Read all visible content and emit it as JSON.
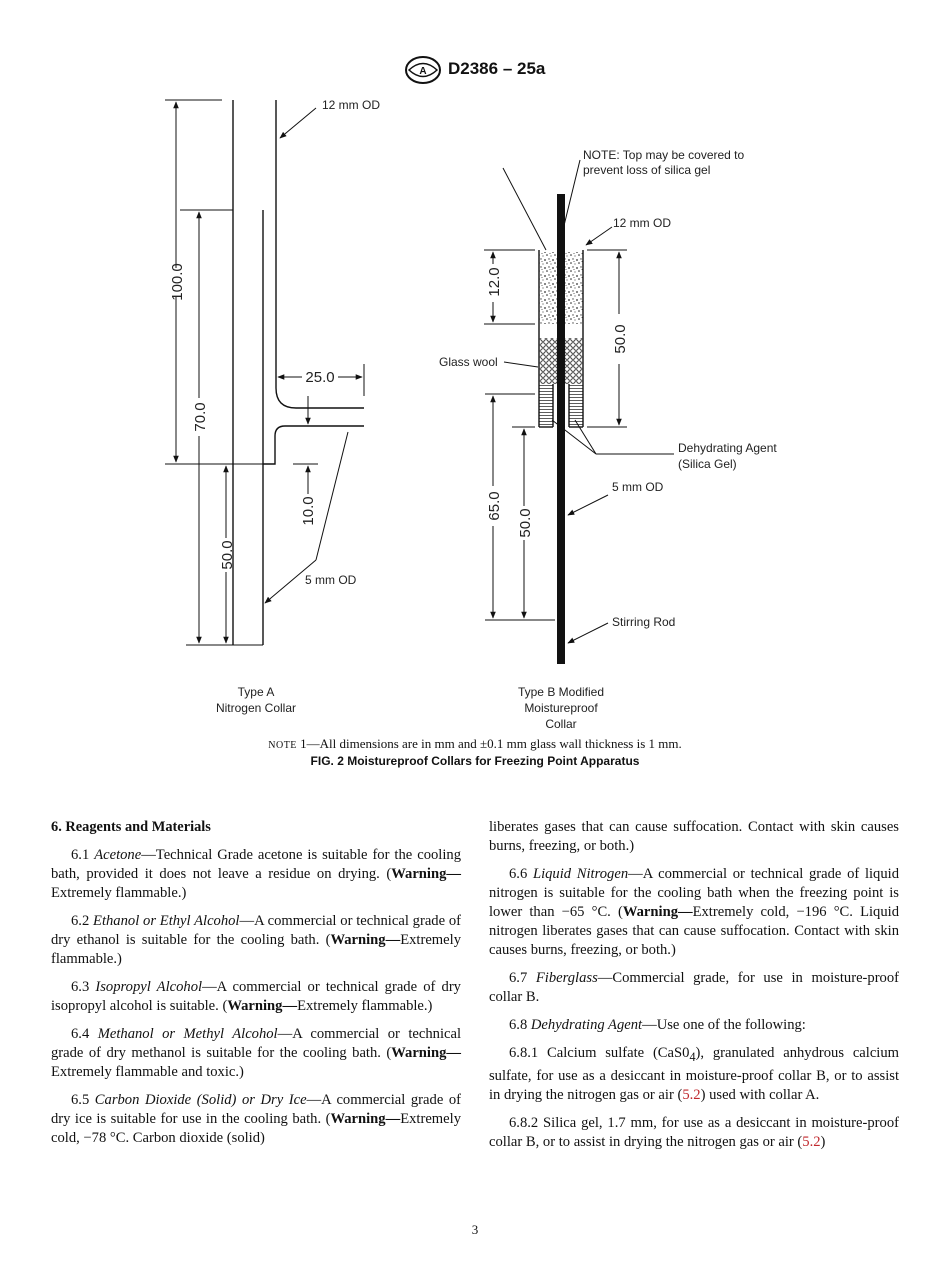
{
  "header": {
    "doc_id": "D2386 – 25a",
    "logo": "astm-logo-icon"
  },
  "figure": {
    "type_a": {
      "label_line1": "Type A",
      "label_line2": "Nitrogen Collar",
      "od_top": "12 mm OD",
      "od_side": "5 mm OD",
      "dim_100": "100.0",
      "dim_70": "70.0",
      "dim_50": "50.0",
      "dim_25": "25.0",
      "dim_10": "10.0"
    },
    "type_b": {
      "label_line1": "Type B Modified",
      "label_line2": "Moistureproof",
      "label_line3": "Collar",
      "note_line1": "NOTE: Top may be covered to",
      "note_line2": "prevent loss of silica gel",
      "od_top": "12 mm OD",
      "glass_wool": "Glass wool",
      "agent_line1": "Dehydrating Agent",
      "agent_line2": "(Silica Gel)",
      "od_rod": "5 mm OD",
      "stirring_rod": "Stirring Rod",
      "dim_12": "12.0",
      "dim_50_top": "50.0",
      "dim_65": "65.0",
      "dim_50_bottom": "50.0"
    }
  },
  "note": {
    "label": "Note",
    "text": " 1—All dimensions are in mm and ±0.1 mm glass wall thickness is 1 mm."
  },
  "caption": "FIG. 2 Moistureproof Collars for Freezing Point Apparatus",
  "section": {
    "heading": "6. Reagents and Materials",
    "p6_1": {
      "num": "6.1 ",
      "term": "Acetone",
      "text": "—Technical Grade acetone is suitable for the cooling bath, provided it does not leave a residue on drying. (",
      "warn": "Warning—",
      "tail": "Extremely flammable.)"
    },
    "p6_2": {
      "num": "6.2 ",
      "term": "Ethanol or Ethyl Alcohol",
      "text": "—A commercial or technical grade of dry ethanol is suitable for the cooling bath. (",
      "warn": "Warning—",
      "tail": "Extremely flammable.)"
    },
    "p6_3": {
      "num": "6.3 ",
      "term": "Isopropyl Alcohol",
      "text": "—A commercial or technical grade of dry isopropyl alcohol is suitable. (",
      "warn": "Warning—",
      "tail": "Extremely flammable.)"
    },
    "p6_4": {
      "num": "6.4 ",
      "term": "Methanol or Methyl Alcohol",
      "text": "—A commercial or technical grade of dry methanol is suitable for the cooling bath. (",
      "warn": "Warning—",
      "tail": "Extremely flammable and toxic.)"
    },
    "p6_5": {
      "num": "6.5 ",
      "term": "Carbon Dioxide (Solid) or Dry Ice",
      "text": "—A commercial grade of dry ice is suitable for use in the cooling bath. (",
      "warn": "Warning—",
      "tail": "Extremely cold, −78 °C. Carbon dioxide (solid)"
    },
    "p6_5_cont": "liberates gases that can cause suffocation. Contact with skin causes burns, freezing, or both.)",
    "p6_6": {
      "num": "6.6 ",
      "term": "Liquid Nitrogen",
      "text": "—A commercial or technical grade of liquid nitrogen is suitable for the cooling bath when the freezing point is lower than −65 °C. (",
      "warn": "Warning—",
      "tail": "Extremely cold, −196 °C. Liquid nitrogen liberates gases that can cause suffocation. Contact with skin causes burns, freezing, or both.)"
    },
    "p6_7": {
      "num": "6.7 ",
      "term": "Fiberglass",
      "text": "—Commercial grade, for use in moisture-proof collar B."
    },
    "p6_8": {
      "num": "6.8 ",
      "term": "Dehydrating Agent",
      "text": "—Use one of the following:"
    },
    "p6_8_1": {
      "text1": "6.8.1 Calcium sulfate (CaS0",
      "sub": "4",
      "text2": "), granulated anhydrous calcium sulfate, for use as a desiccant in moisture-proof collar B, or to assist in drying the nitrogen gas or air (",
      "ref": "5.2",
      "text3": ") used with collar A."
    },
    "p6_8_2": {
      "text1": "6.8.2 Silica gel, 1.7 mm, for use as a desiccant in moisture-proof collar B, or to assist in drying the nitrogen gas or air (",
      "ref": "5.2",
      "text2": ")"
    }
  },
  "page_number": "3"
}
